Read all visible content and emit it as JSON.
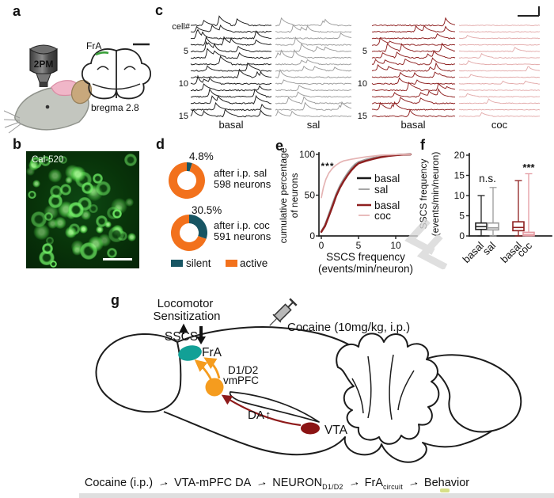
{
  "figure": {
    "panel_labels": {
      "a": "a",
      "b": "b",
      "c": "c",
      "d": "d",
      "e": "e",
      "f": "f",
      "g": "g"
    },
    "panel_a": {
      "objective_label": "2PM",
      "region_label": "FrA",
      "bregma_label": "bregma 2.8"
    },
    "panel_b": {
      "dye_label": "Cal-520"
    },
    "panel_c": {
      "cell_axis_label": "cell#",
      "row_ticks": [
        "5",
        "10",
        "15"
      ],
      "right_tick_color": "#c8443a",
      "groups": [
        {
          "label": "basal",
          "color": "#1a1a1a"
        },
        {
          "label": "sal",
          "color": "#9c9c9c"
        },
        {
          "label": "basal",
          "color": "#8e1f1f"
        },
        {
          "label": "coc",
          "color": "#e3abab"
        }
      ]
    },
    "panel_e": {
      "ylabel_line1": "cumulative percentage",
      "ylabel_line2": "of neurons",
      "xlabel_line1": "SSCS frequency",
      "xlabel_line2": "(events/min/neuron)",
      "significance": "***",
      "sig_color": "#dfa45c"
    },
    "panel_f": {
      "ylabel_line1": "SSCS frequency",
      "ylabel_line2": "(events/min/neuron)",
      "ns_label": "n.s.",
      "sig_label": "***"
    },
    "panel_g": {
      "locomotor_line1": "Locomotor",
      "locomotor_line2": "Sensitization",
      "sscs_label": "SSCS",
      "fra_label": "FrA",
      "d1d2_line1": "D1/D2",
      "d1d2_line2": "vmPFC",
      "da_label": "DA",
      "da_arrow": "↑",
      "vta_label": "VTA",
      "cocaine_label": "Cocaine (10mg/kg, i.p.)",
      "colors": {
        "fra": "#12a096",
        "vmpfc": "#f59c1e",
        "vta_fill": "#8b1313",
        "vta_text": "#a32020",
        "da_text": "#c64360",
        "da_arrow": "#e2789a",
        "projection": "#8e1a1a",
        "outline": "#1c1c1c"
      }
    },
    "flow": {
      "step1": "Cocaine (i.p.)",
      "arrow": "→",
      "step2": "VTA-mPFC DA",
      "step3_main": "NEURON",
      "step3_sub": "D1/D2",
      "step4_main": "FrA",
      "step4_sub": "circuit",
      "step5": "Behavior"
    }
  },
  "chart_data": [
    {
      "id": "donut_sal",
      "type": "pie",
      "label": "4.8%",
      "title": "after i.p. sal",
      "subtitle": "598 neurons",
      "slices": [
        {
          "name": "silent",
          "value": 4.8,
          "color": "#175563"
        },
        {
          "name": "active",
          "value": 95.2,
          "color": "#f2711c"
        }
      ]
    },
    {
      "id": "donut_coc",
      "type": "pie",
      "label": "30.5%",
      "title": "after i.p. coc",
      "subtitle": "591 neurons",
      "slices": [
        {
          "name": "silent",
          "value": 30.5,
          "color": "#175563"
        },
        {
          "name": "active",
          "value": 69.5,
          "color": "#f2711c"
        }
      ]
    },
    {
      "id": "cumulative",
      "type": "line",
      "title": "",
      "xlabel": "SSCS frequency (events/min/neuron)",
      "ylabel": "cumulative percentage of neurons",
      "xlim": [
        0,
        12.5
      ],
      "ylim": [
        0,
        100
      ],
      "xticks": [
        0,
        5,
        10
      ],
      "yticks": [
        0,
        50,
        100
      ],
      "significance": "***",
      "legend_position": "inside right",
      "series": [
        {
          "name": "basal",
          "color": "#1a1a1a",
          "width": 2.4,
          "x": [
            0,
            0.5,
            1,
            1.5,
            2,
            2.5,
            3,
            3.5,
            4,
            4.5,
            5,
            6,
            7,
            8,
            9,
            10,
            11,
            12
          ],
          "y": [
            5,
            13,
            25,
            37,
            50,
            60,
            68,
            75,
            81,
            86,
            90,
            93,
            95.5,
            97,
            98.5,
            99.3,
            99.8,
            100
          ]
        },
        {
          "name": "sal",
          "color": "#9c9c9c",
          "width": 1.7,
          "x": [
            0,
            0.5,
            1,
            1.5,
            2,
            2.5,
            3,
            3.5,
            4,
            4.5,
            5,
            6,
            7,
            8,
            9,
            10,
            11,
            12
          ],
          "y": [
            6,
            14,
            27,
            40,
            52,
            62,
            70,
            77,
            83,
            88,
            91,
            94,
            96,
            97.5,
            98.6,
            99.5,
            99.9,
            100
          ]
        },
        {
          "name": "basal",
          "color": "#8e1f1f",
          "width": 2.4,
          "x": [
            0,
            0.5,
            1,
            1.5,
            2,
            2.5,
            3,
            3.5,
            4,
            4.5,
            5,
            6,
            7,
            8,
            9,
            10,
            11,
            12
          ],
          "y": [
            5,
            12,
            24,
            36,
            49,
            59,
            67,
            74,
            80,
            85,
            89,
            92,
            94.5,
            96.5,
            98,
            99,
            99.7,
            100
          ]
        },
        {
          "name": "coc",
          "color": "#e5b4b4",
          "width": 1.7,
          "x": [
            0,
            0.3,
            0.6,
            1,
            1.5,
            2,
            2.5,
            3,
            4,
            5,
            6,
            7,
            8,
            9,
            10,
            11,
            12
          ],
          "y": [
            47,
            60,
            69,
            77,
            83,
            87,
            90,
            92,
            94,
            95.5,
            97,
            98,
            99,
            99.4,
            99.7,
            99.9,
            100
          ]
        }
      ]
    },
    {
      "id": "boxplot",
      "type": "box",
      "ylabel": "SSCS frequency (events/min/neuron)",
      "ylim": [
        0,
        20
      ],
      "yticks": [
        0,
        5,
        10,
        15,
        20
      ],
      "annotations": [
        {
          "text": "n.s.",
          "between": [
            "basal",
            "sal"
          ]
        },
        {
          "text": "***",
          "over": "coc"
        }
      ],
      "boxes": [
        {
          "label": "basal",
          "color": "#222222",
          "fill": "#ffffff",
          "min": 0,
          "q1": 1.6,
          "median": 2.3,
          "q3": 3.2,
          "max": 10
        },
        {
          "label": "sal",
          "color": "#9c9c9c",
          "fill": "#ffffff",
          "min": 0,
          "q1": 1.5,
          "median": 2.0,
          "q3": 3.2,
          "max": 12
        },
        {
          "label": "basal",
          "color": "#8e1f1f",
          "fill": "#ffffff",
          "min": 0,
          "q1": 1.3,
          "median": 2.1,
          "q3": 3.5,
          "max": 13.7
        },
        {
          "label": "coc",
          "color": "#e49aa2",
          "fill": "#fdf0f1",
          "min": 0,
          "q1": 0.05,
          "median": 0.3,
          "q3": 0.9,
          "max": 15.4
        }
      ]
    },
    {
      "id": "traces",
      "type": "line",
      "description": "spontaneous somatic calcium spike traces, 15 cells per condition",
      "conditions": [
        "basal",
        "sal",
        "basal",
        "coc"
      ],
      "n_rows": 15,
      "spike_density": [
        4,
        3,
        4,
        1
      ]
    }
  ]
}
